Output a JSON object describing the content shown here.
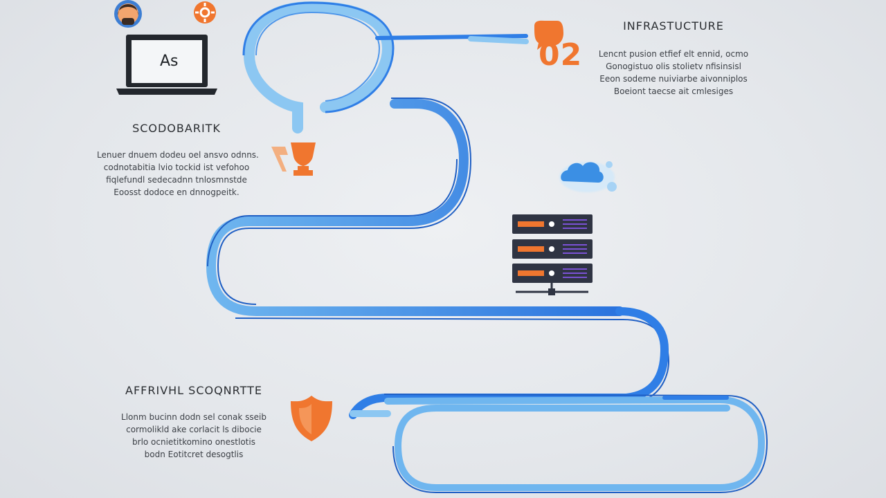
{
  "sections": {
    "infrastructure": {
      "title": "INFRASTUCTURE",
      "number": "02",
      "lines": [
        "Lencnt pusion etfief elt ennid, ocmo",
        "Gonogistuo olis stolietv nfisinsisl",
        "Eeon sodeme nuiviarbe aivonniplos",
        "Boeiont taecse ait cmlesiges"
      ]
    },
    "scalability": {
      "title": "SCODOBARITK",
      "lines": [
        "Lenuer dnuem dodeu oel ansvo odnns.",
        "codnotabitia lvio tockid ist vefohoo",
        "fiqlefundl sedecadnn tnlosmnstde",
        "Eoosst dodoce en dnnogpeitk."
      ]
    },
    "security": {
      "title": "AFFRIVHL SCOQNRTTE",
      "lines": [
        "Llonm bucinn dodn sel conak sseib",
        "cormolikld ake corlacit ls dibocie",
        "brlo ocnietitkomino onestlotis",
        "bodn Eotitcret desogtlis"
      ]
    }
  },
  "icons": {
    "laptop_screen_text": "As",
    "user": "user-avatar-icon",
    "settings": "settings-badge-icon",
    "trophy": "trophy-icon",
    "cloud": "cloud-icon",
    "server": "server-rack-icon",
    "shield": "shield-icon",
    "chat": "chat-bubble-icon"
  },
  "colors": {
    "accent_orange": "#f0762f",
    "path_blue": "#2f7ee6",
    "path_light": "#8cc7f2",
    "server_dark": "#2f3443",
    "server_purple": "#7b52d6"
  }
}
